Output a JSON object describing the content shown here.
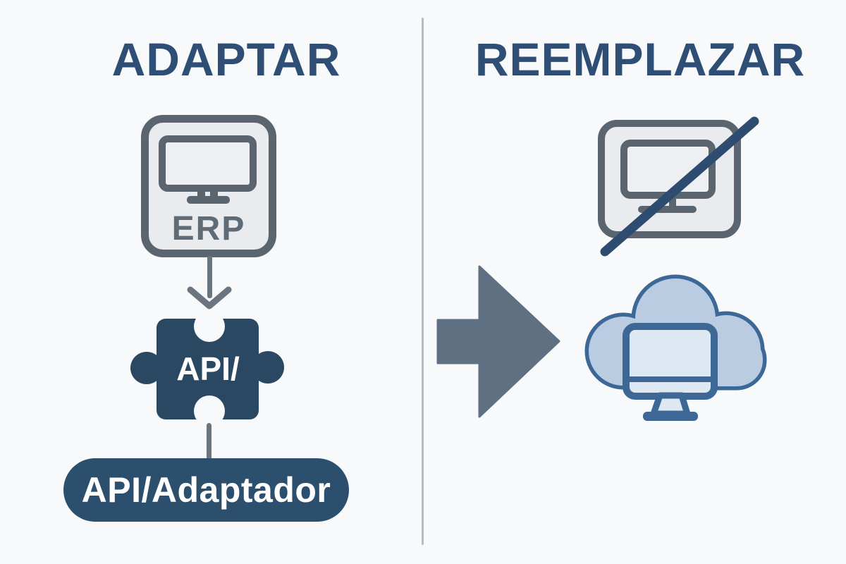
{
  "left_panel": {
    "title": "ADAPTAR",
    "erp_label": "ERP",
    "puzzle_label": "API/",
    "pill_label": "API/Adaptador"
  },
  "right_panel": {
    "title": "REEMPLAZAR"
  },
  "icons": {
    "erp_system": "desktop-computer-in-rounded-square",
    "adapter": "puzzle-piece",
    "flow_down": "arrow-down-chevron",
    "legacy_discarded": "desktop-computer-crossed-out",
    "transition": "solid-arrow-right",
    "cloud_replacement": "cloud-with-desktop-computer"
  },
  "colors": {
    "background": "#f8f9fa",
    "title_navy": "#2f4e75",
    "slate": "#5a656f",
    "panel_fill": "#e9ebee",
    "screen_fill": "#edeff2",
    "erp_text": "#5f6b77",
    "small_arrow_gray": "#6b7580",
    "puzzle_navy": "#2b4862",
    "pill_navy": "#2d4f6e",
    "cross_navy": "#2d4c70",
    "big_arrow_gray": "#5e7082",
    "cloud_stroke": "#3d6795",
    "cloud_fill": "#b9cce2",
    "cloud_screen": "#dee8f3",
    "divider_gray": "#b7bbc0",
    "label_white": "#ffffff"
  }
}
